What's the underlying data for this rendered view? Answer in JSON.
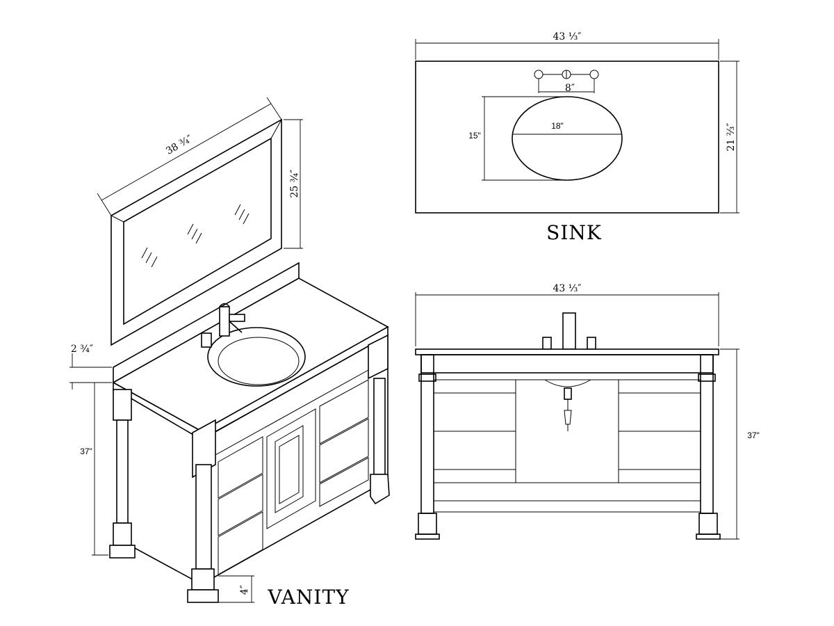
{
  "sink": {
    "title": "SINK",
    "width_label": "43 ⅓″",
    "depth_label": "21 ⅔″",
    "faucet_spread_label": "8″",
    "basin_width_label": "18\"",
    "basin_depth_label": "15\""
  },
  "front": {
    "width_label": "43 ⅓″",
    "height_label": "37\""
  },
  "vanity": {
    "title": "VANITY",
    "mirror_width_label": "38 ¾″",
    "mirror_height_label": "25 ¾″",
    "backsplash_label": "2 ¾″",
    "height_label": "37\"",
    "toe_kick_label": "4″"
  },
  "colors": {
    "line": "#000000",
    "background": "#ffffff"
  }
}
